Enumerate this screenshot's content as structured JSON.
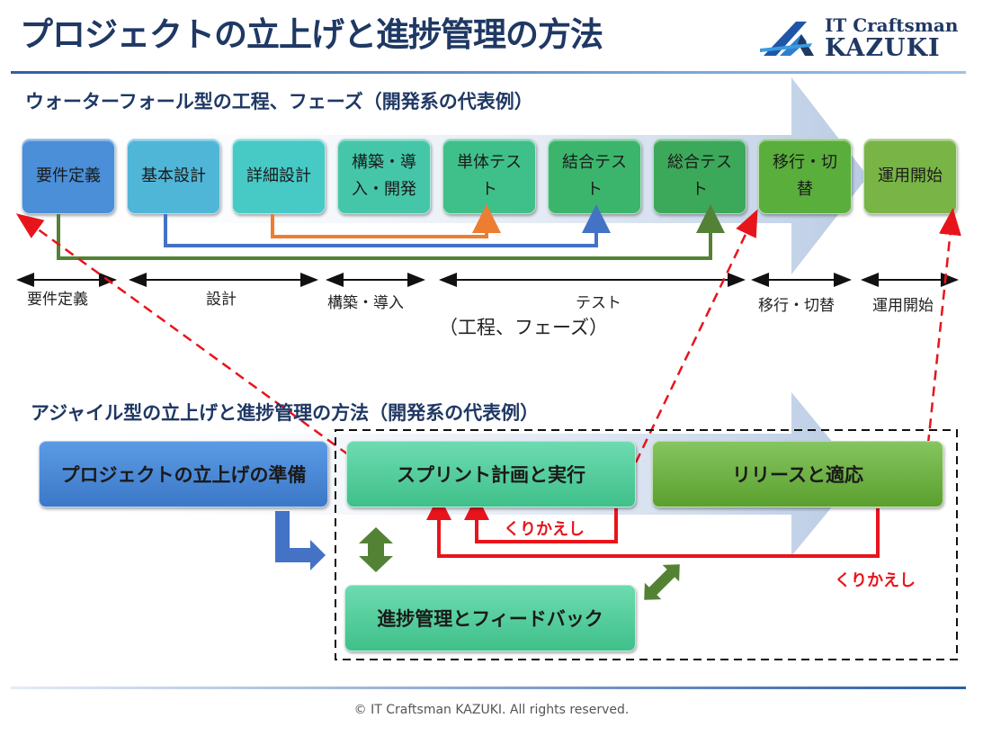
{
  "header": {
    "title": "プロジェクトの立上げと進捗管理の方法",
    "logo_line1": "IT Craftsman",
    "logo_line2": "KAZUKI"
  },
  "waterfall": {
    "label": "ウォーターフォール型の工程、フェーズ（開発系の代表例）",
    "phases": [
      {
        "label": "要件定義",
        "color": "#4a8fd8"
      },
      {
        "label": "基本設計",
        "color": "#4fb6d8"
      },
      {
        "label": "詳細設計",
        "color": "#47c9c6"
      },
      {
        "label": "構築・導入・開発",
        "color": "#45c6a8"
      },
      {
        "label": "単体テスト",
        "color": "#3fc08a"
      },
      {
        "label": "結合テスト",
        "color": "#3cb56c"
      },
      {
        "label": "総合テスト",
        "color": "#3ca95a"
      },
      {
        "label": "移行・切替",
        "color": "#5aae3c"
      },
      {
        "label": "運用開始",
        "color": "#79b446"
      }
    ],
    "ranges": [
      {
        "label": "要件定義"
      },
      {
        "label": "設計"
      },
      {
        "label": "構築・導入"
      },
      {
        "label": "テスト"
      },
      {
        "label": "移行・切替"
      },
      {
        "label": "運用開始"
      }
    ],
    "caption": "（工程、フェーズ）"
  },
  "agile": {
    "label": "アジャイル型の立上げと進捗管理の方法（開発系の代表例）",
    "prepare": "プロジェクトの立上げの準備",
    "sprint": "スプリント計画と実行",
    "release": "リリースと適応",
    "progress": "進捗管理とフィードバック",
    "repeat_inner": "くりかえし",
    "repeat_outer": "くりかえし"
  },
  "footer": {
    "copyright": "© IT Craftsman KAZUKI. All rights reserved."
  },
  "colors": {
    "title": "#1f3864",
    "loop_blue": "#4472c4",
    "loop_orange": "#ed7d31",
    "loop_green": "#538135",
    "repeat_red": "#e8141c"
  }
}
